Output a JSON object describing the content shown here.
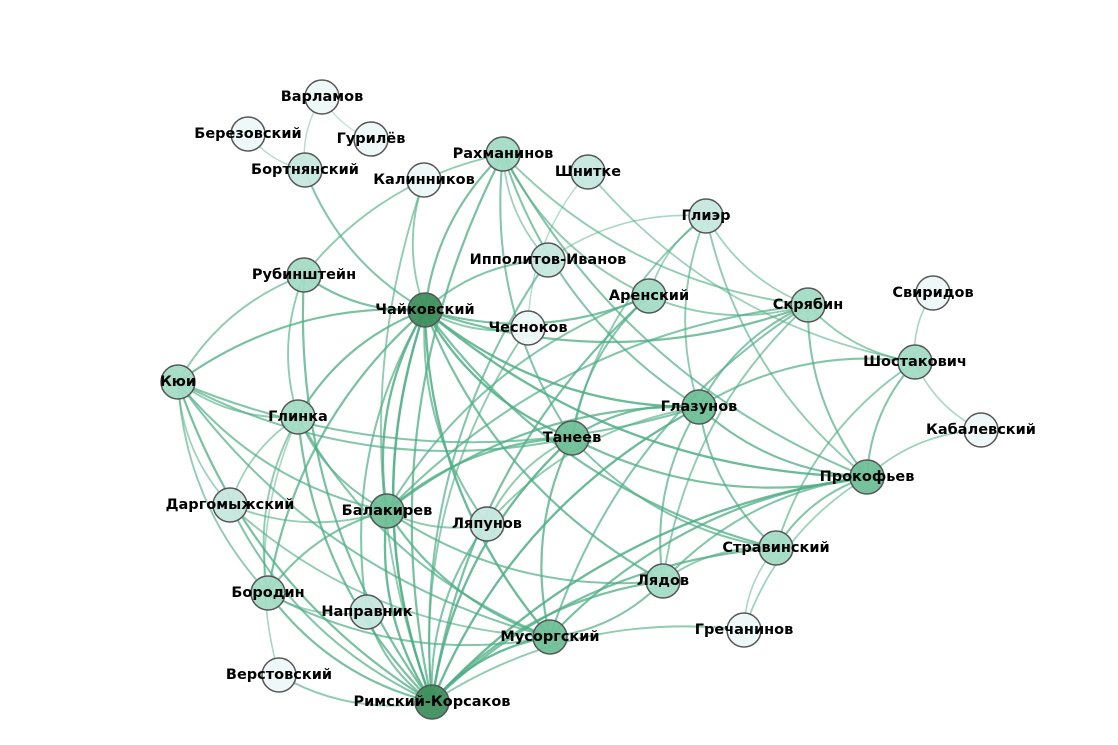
{
  "nodes": [
    {
      "name": "Варламов",
      "level": 0
    },
    {
      "name": "Березовский",
      "level": 0
    },
    {
      "name": "Гурилёв",
      "level": 0
    },
    {
      "name": "Бортнянский",
      "level": 1
    },
    {
      "name": "Калинников",
      "level": 0
    },
    {
      "name": "Рахманинов",
      "level": 2
    },
    {
      "name": "Шнитке",
      "level": 1
    },
    {
      "name": "Глиэр",
      "level": 1
    },
    {
      "name": "Ипполитов-Иванов",
      "level": 1
    },
    {
      "name": "Рубинштейн",
      "level": 2
    },
    {
      "name": "Чайковский",
      "level": 4
    },
    {
      "name": "Чесноков",
      "level": 0
    },
    {
      "name": "Аренский",
      "level": 2
    },
    {
      "name": "Скрябин",
      "level": 2
    },
    {
      "name": "Свиридов",
      "level": 0
    },
    {
      "name": "Шостакович",
      "level": 2
    },
    {
      "name": "Кюи",
      "level": 2
    },
    {
      "name": "Глинка",
      "level": 2
    },
    {
      "name": "Глазунов",
      "level": 3
    },
    {
      "name": "Танеев",
      "level": 3
    },
    {
      "name": "Кабалевский",
      "level": 0
    },
    {
      "name": "Прокофьев",
      "level": 3
    },
    {
      "name": "Даргомыжский",
      "level": 1
    },
    {
      "name": "Балакирев",
      "level": 3
    },
    {
      "name": "Ляпунов",
      "level": 1
    },
    {
      "name": "Стравинский",
      "level": 2
    },
    {
      "name": "Лядов",
      "level": 2
    },
    {
      "name": "Бородин",
      "level": 2
    },
    {
      "name": "Направник",
      "level": 1
    },
    {
      "name": "Мусоргский",
      "level": 3
    },
    {
      "name": "Гречанинов",
      "level": 0
    },
    {
      "name": "Верстовский",
      "level": 0
    },
    {
      "name": "Римский-Корсаков",
      "level": 4
    }
  ],
  "edges": [
    [
      "Варламов",
      "Бортнянский"
    ],
    [
      "Варламов",
      "Гурилёв"
    ],
    [
      "Березовский",
      "Бортнянский"
    ],
    [
      "Бортнянский",
      "Чайковский"
    ],
    [
      "Калинников",
      "Чайковский"
    ],
    [
      "Калинников",
      "Римский-Корсаков"
    ],
    [
      "Рахманинов",
      "Чайковский"
    ],
    [
      "Рахманинов",
      "Танеев"
    ],
    [
      "Рахманинов",
      "Скрябин"
    ],
    [
      "Рахманинов",
      "Глазунов"
    ],
    [
      "Рахманинов",
      "Аренский"
    ],
    [
      "Рахманинов",
      "Римский-Корсаков"
    ],
    [
      "Рахманинов",
      "Ипполитов-Иванов"
    ],
    [
      "Рахманинов",
      "Рубинштейн"
    ],
    [
      "Рахманинов",
      "Прокофьев"
    ],
    [
      "Шнитке",
      "Шостакович"
    ],
    [
      "Шнитке",
      "Чесноков"
    ],
    [
      "Глиэр",
      "Прокофьев"
    ],
    [
      "Глиэр",
      "Танеев"
    ],
    [
      "Глиэр",
      "Скрябин"
    ],
    [
      "Глиэр",
      "Глазунов"
    ],
    [
      "Глиэр",
      "Аренский"
    ],
    [
      "Глиэр",
      "Ипполитов-Иванов"
    ],
    [
      "Ипполитов-Иванов",
      "Римский-Корсаков"
    ],
    [
      "Ипполитов-Иванов",
      "Чайковский"
    ],
    [
      "Рубинштейн",
      "Чайковский"
    ],
    [
      "Рубинштейн",
      "Кюи"
    ],
    [
      "Рубинштейн",
      "Римский-Корсаков"
    ],
    [
      "Рубинштейн",
      "Глинка"
    ],
    [
      "Чайковский",
      "Танеев"
    ],
    [
      "Чайковский",
      "Римский-Корсаков"
    ],
    [
      "Чайковский",
      "Балакирев"
    ],
    [
      "Чайковский",
      "Мусоргский"
    ],
    [
      "Чайковский",
      "Аренский"
    ],
    [
      "Чайковский",
      "Глазунов"
    ],
    [
      "Чайковский",
      "Кюи"
    ],
    [
      "Чайковский",
      "Ляпунов"
    ],
    [
      "Чайковский",
      "Лядов"
    ],
    [
      "Чайковский",
      "Бородин"
    ],
    [
      "Чайковский",
      "Глинка"
    ],
    [
      "Чайковский",
      "Направник"
    ],
    [
      "Чайковский",
      "Прокофьев"
    ],
    [
      "Чайковский",
      "Стравинский"
    ],
    [
      "Чайковский",
      "Чесноков"
    ],
    [
      "Чайковский",
      "Скрябин"
    ],
    [
      "Чесноков",
      "Римский-Корсаков"
    ],
    [
      "Аренский",
      "Римский-Корсаков"
    ],
    [
      "Аренский",
      "Танеев"
    ],
    [
      "Аренский",
      "Балакирев"
    ],
    [
      "Аренский",
      "Скрябин"
    ],
    [
      "Скрябин",
      "Прокофьев"
    ],
    [
      "Скрябин",
      "Шостакович"
    ],
    [
      "Скрябин",
      "Мусоргский"
    ],
    [
      "Скрябин",
      "Глазунов"
    ],
    [
      "Скрябин",
      "Лядов"
    ],
    [
      "Скрябин",
      "Балакирев"
    ],
    [
      "Свиридов",
      "Шостакович"
    ],
    [
      "Шостакович",
      "Прокофьев"
    ],
    [
      "Шостакович",
      "Кабалевский"
    ],
    [
      "Шостакович",
      "Глазунов"
    ],
    [
      "Шостакович",
      "Стравинский"
    ],
    [
      "Кюи",
      "Балакирев"
    ],
    [
      "Кюи",
      "Римский-Корсаков"
    ],
    [
      "Кюи",
      "Мусоргский"
    ],
    [
      "Кюи",
      "Бородин"
    ],
    [
      "Кюи",
      "Даргомыжский"
    ],
    [
      "Кюи",
      "Глинка"
    ],
    [
      "Кюи",
      "Глазунов"
    ],
    [
      "Кюи",
      "Танеев"
    ],
    [
      "Глинка",
      "Балакирев"
    ],
    [
      "Глинка",
      "Даргомыжский"
    ],
    [
      "Глинка",
      "Мусоргский"
    ],
    [
      "Глинка",
      "Римский-Корсаков"
    ],
    [
      "Глинка",
      "Бородин"
    ],
    [
      "Глинка",
      "Верстовский"
    ],
    [
      "Глазунов",
      "Римский-Корсаков"
    ],
    [
      "Глазунов",
      "Танеев"
    ],
    [
      "Глазунов",
      "Лядов"
    ],
    [
      "Глазунов",
      "Прокофьев"
    ],
    [
      "Глазунов",
      "Стравинский"
    ],
    [
      "Глазунов",
      "Балакирев"
    ],
    [
      "Глазунов",
      "Ляпунов"
    ],
    [
      "Танеев",
      "Римский-Корсаков"
    ],
    [
      "Танеев",
      "Ляпунов"
    ],
    [
      "Танеев",
      "Мусоргский"
    ],
    [
      "Танеев",
      "Прокофьев"
    ],
    [
      "Танеев",
      "Стравинский"
    ],
    [
      "Танеев",
      "Балакирев"
    ],
    [
      "Кабалевский",
      "Прокофьев"
    ],
    [
      "Прокофьев",
      "Стравинский"
    ],
    [
      "Прокофьев",
      "Римский-Корсаков"
    ],
    [
      "Прокофьев",
      "Мусоргский"
    ],
    [
      "Прокофьев",
      "Лядов"
    ],
    [
      "Прокофьев",
      "Гречанинов"
    ],
    [
      "Даргомыжский",
      "Мусоргский"
    ],
    [
      "Даргомыжский",
      "Балакирев"
    ],
    [
      "Даргомыжский",
      "Римский-Корсаков"
    ],
    [
      "Балакирев",
      "Римский-Корсаков"
    ],
    [
      "Балакирев",
      "Мусоргский"
    ],
    [
      "Балакирев",
      "Бородин"
    ],
    [
      "Балакирев",
      "Ляпунов"
    ],
    [
      "Балакирев",
      "Лядов"
    ],
    [
      "Ляпунов",
      "Римский-Корсаков"
    ],
    [
      "Стравинский",
      "Римский-Корсаков"
    ],
    [
      "Стравинский",
      "Лядов"
    ],
    [
      "Стравинский",
      "Гречанинов"
    ],
    [
      "Лядов",
      "Римский-Корсаков"
    ],
    [
      "Бородин",
      "Римский-Корсаков"
    ],
    [
      "Бородин",
      "Мусоргский"
    ],
    [
      "Бородин",
      "Направник"
    ],
    [
      "Направник",
      "Римский-Корсаков"
    ],
    [
      "Мусоргский",
      "Римский-Корсаков"
    ],
    [
      "Мусоргский",
      "Лядов"
    ],
    [
      "Гречанинов",
      "Римский-Корсаков"
    ],
    [
      "Верстовский",
      "Римский-Корсаков"
    ]
  ],
  "colors": {
    "levels": [
      "#eef8f8",
      "#c6e8de",
      "#a3dbc5",
      "#6fbf98",
      "#3f8f5e"
    ],
    "edge": "#4fae85",
    "node_stroke": "#555555"
  }
}
